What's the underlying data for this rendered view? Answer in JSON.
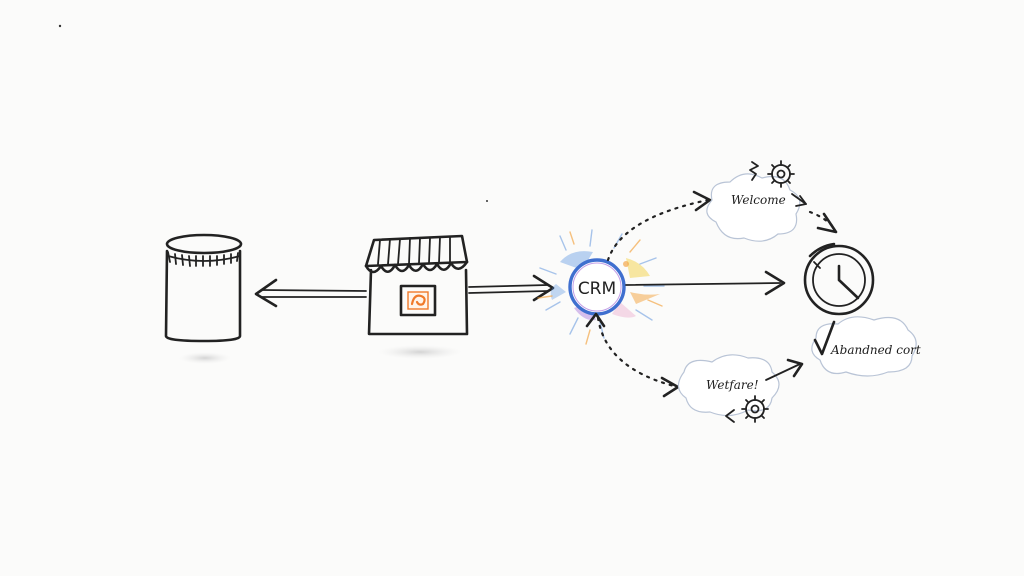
{
  "diagram": {
    "nodes": [
      {
        "id": "database",
        "icon": "database-cylinder-icon"
      },
      {
        "id": "store",
        "icon": "storefront-icon"
      },
      {
        "id": "crm",
        "label": "CRM"
      },
      {
        "id": "welcome",
        "label": "Welcome",
        "icon": "gear-icon"
      },
      {
        "id": "timer",
        "icon": "clock-icon"
      },
      {
        "id": "abandoned",
        "label": "Abandned cort"
      },
      {
        "id": "welfare",
        "label": "Wetfare!",
        "icon": "gear-icon"
      }
    ],
    "edges": [
      {
        "from": "store",
        "to": "database",
        "style": "solid"
      },
      {
        "from": "store",
        "to": "crm",
        "style": "solid"
      },
      {
        "from": "crm",
        "to": "timer",
        "style": "solid"
      },
      {
        "from": "crm",
        "to": "welcome",
        "style": "dotted"
      },
      {
        "from": "welcome",
        "to": "timer",
        "style": "dotted"
      },
      {
        "from": "crm",
        "to": "welfare",
        "style": "dotted"
      },
      {
        "from": "welfare",
        "to": "abandoned",
        "style": "solid"
      }
    ]
  },
  "colors": {
    "ink": "#222222",
    "splash_orange": "#f39a2b",
    "splash_blue": "#4f8fe0",
    "splash_purple": "#9b5fd6",
    "splash_yellow": "#f2d24a",
    "logo_orange": "#f07a2a",
    "cloud_outline": "#b9c4d6"
  }
}
